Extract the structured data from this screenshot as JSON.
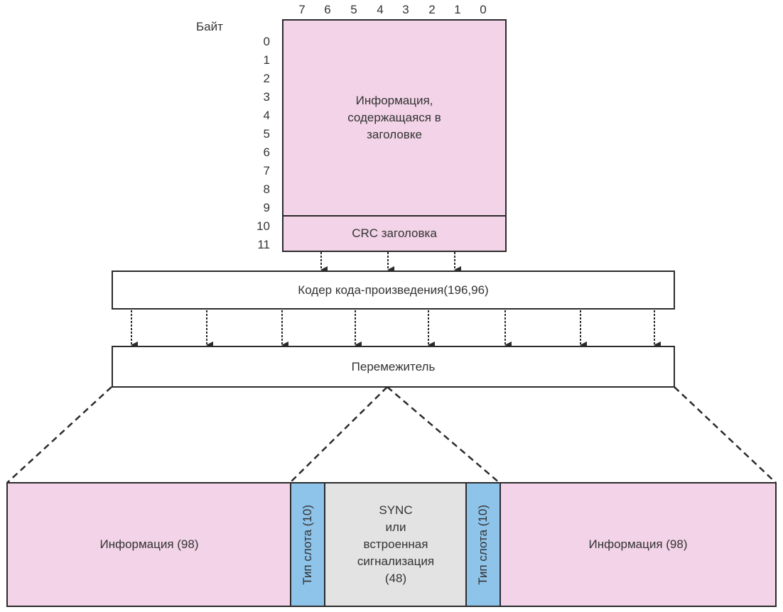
{
  "header_frame": {
    "byte_label": "Байт",
    "bit_numbers": [
      "7",
      "6",
      "5",
      "4",
      "3",
      "2",
      "1",
      "0"
    ],
    "byte_numbers": [
      "0",
      "1",
      "2",
      "3",
      "4",
      "5",
      "6",
      "7",
      "8",
      "9",
      "10",
      "11"
    ],
    "info_text_lines": [
      "Информация,",
      "содержащаяся в",
      "заголовке"
    ],
    "crc_text": "CRC заголовка"
  },
  "encoder": {
    "label": "Кодер кода-произведения(196,96)"
  },
  "interleaver": {
    "label": "Перемежитель"
  },
  "burst": {
    "left_info": "Информация (98)",
    "left_slot_type": "Тип слота (10)",
    "sync_lines": [
      "SYNC",
      "или",
      "встроенная",
      "сигнализация",
      "(48)"
    ],
    "right_slot_type": "Тип слота (10)",
    "right_info": "Информация (98)"
  },
  "colors": {
    "info_fill": "#f2d3e7",
    "slot_fill": "#8ec3ea",
    "sync_fill": "#e3e3e3",
    "border": "#2b2b2b"
  }
}
